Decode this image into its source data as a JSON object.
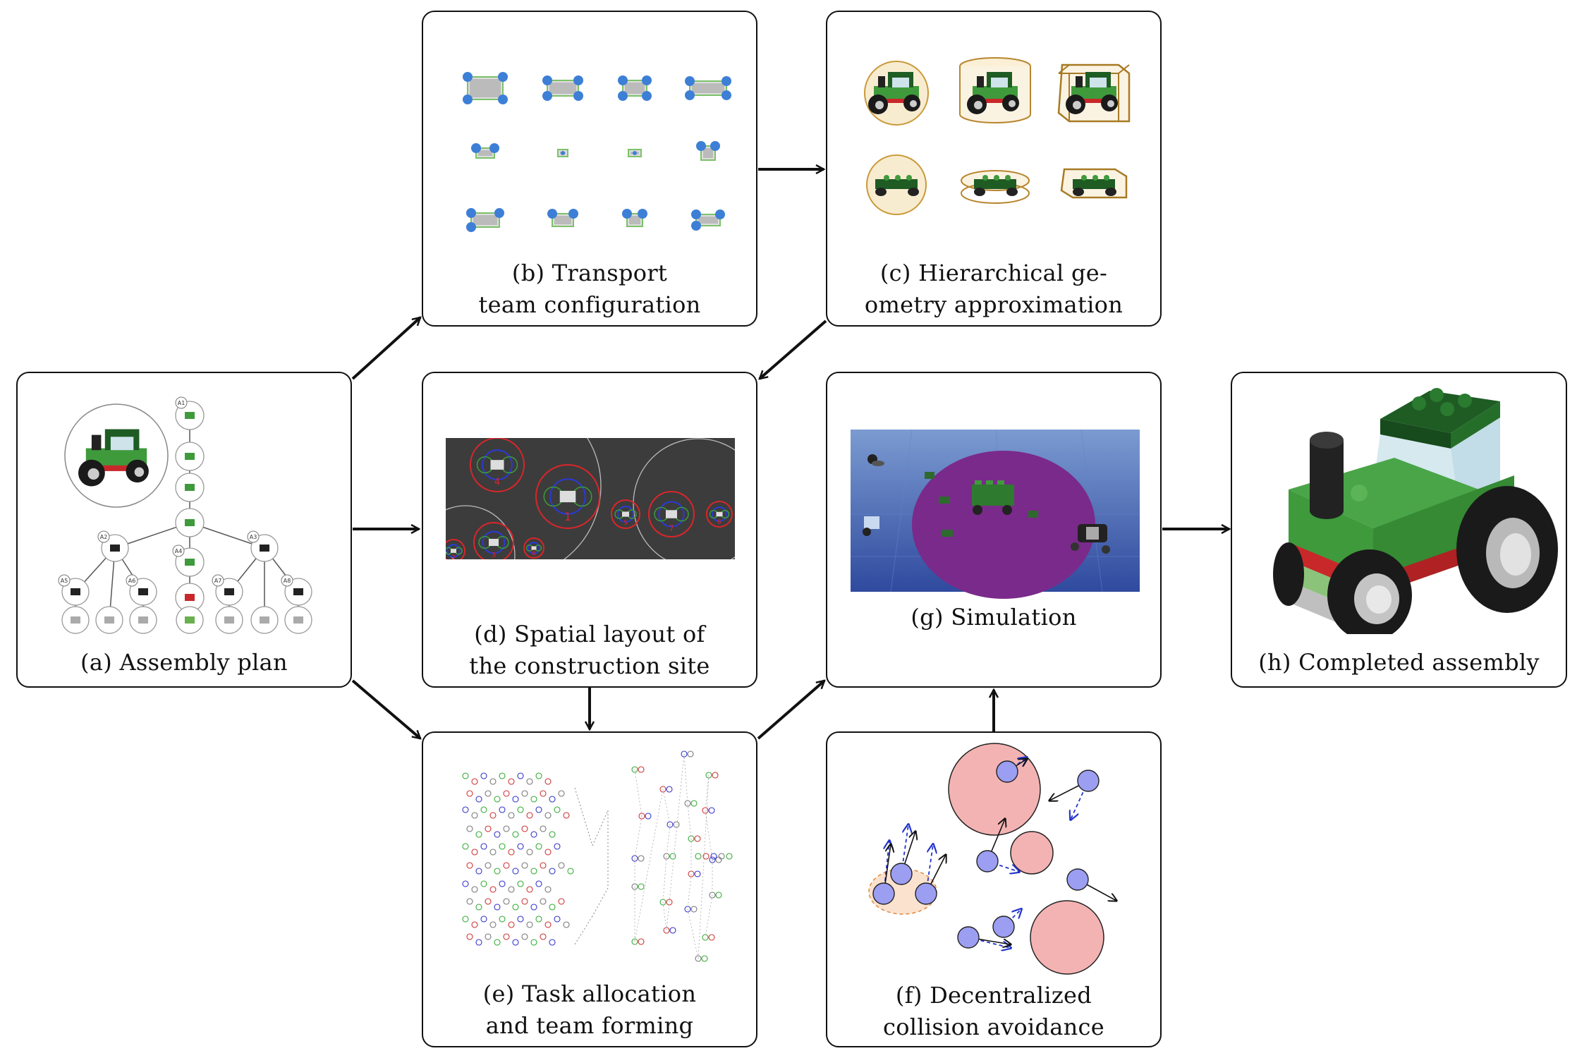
{
  "panels": {
    "a": {
      "line1": "(a) Assembly plan"
    },
    "b": {
      "line1": "(b) Transport",
      "line2": "team configuration"
    },
    "c": {
      "line1": "(c) Hierarchical ge-",
      "line2": "ometry approximation"
    },
    "d": {
      "line1": "(d) Spatial layout of",
      "line2": "the construction site"
    },
    "e": {
      "line1": "(e) Task allocation",
      "line2": "and team forming"
    },
    "f": {
      "line1": "(f) Decentralized",
      "line2": "collision avoidance"
    },
    "g": {
      "line1": "(g) Simulation"
    },
    "h": {
      "line1": "(h) Completed assembly"
    }
  },
  "tree_labels": [
    "A1",
    "A2",
    "A3",
    "A4",
    "A5",
    "A6",
    "A7",
    "A8"
  ],
  "layout_labels": [
    "4",
    "1",
    "2",
    "3",
    "5",
    "6",
    "7",
    "8"
  ],
  "colors": {
    "robot_blue": "#3d7fd6",
    "lego_green": "#3f9a3c",
    "lego_dark_green": "#1e5c24",
    "lego_red": "#c8282a",
    "layout_red": "#d9262a",
    "layout_bg": "#3c3c3c",
    "sim_purple": "#7a2a8a",
    "sim_blue": "#3a56a8",
    "obstacle_pink": "#f4b3b3",
    "agent_violet": "#9c9ef2"
  }
}
